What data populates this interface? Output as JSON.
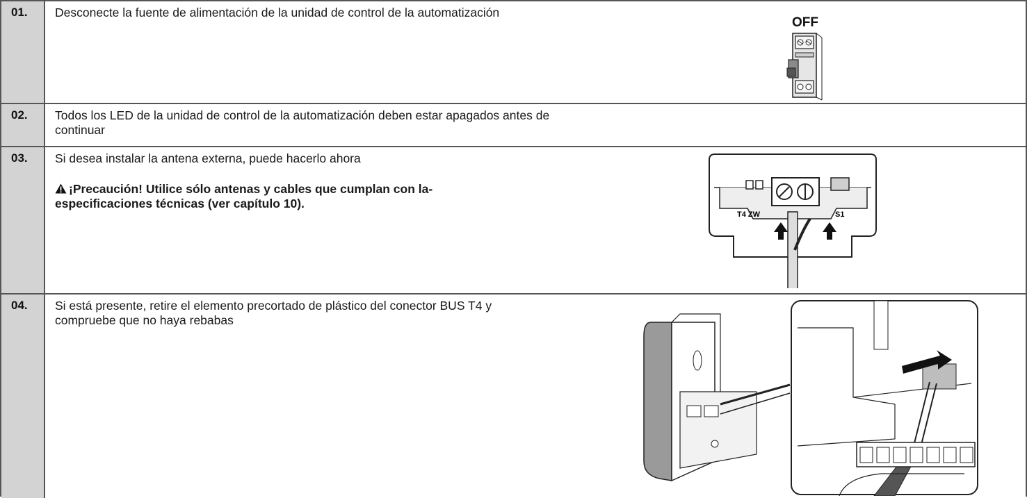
{
  "steps": [
    {
      "number": "01.",
      "text": "Desconecte la fuente de alimentación de la unidad de control de la automatización",
      "figure_label": "OFF"
    },
    {
      "number": "02.",
      "text": "Todos los LED de la unidad de control de la automatización deben estar apagados antes de continuar"
    },
    {
      "number": "03.",
      "text": "Si desea instalar la antena externa, puede hacerlo ahora",
      "warning_icon": "warning-triangle-icon",
      "warning": "¡Precaución! Utilice sólo antenas y cables que cumplan con la-especificaciones técnicas (ver capítulo 10).",
      "terminal_labels": [
        "T4 ZW",
        "S1"
      ]
    },
    {
      "number": "04.",
      "text": "Si está presente, retire el elemento precortado de plástico del conector BUS T4 y compruebe que no haya rebabas"
    }
  ]
}
